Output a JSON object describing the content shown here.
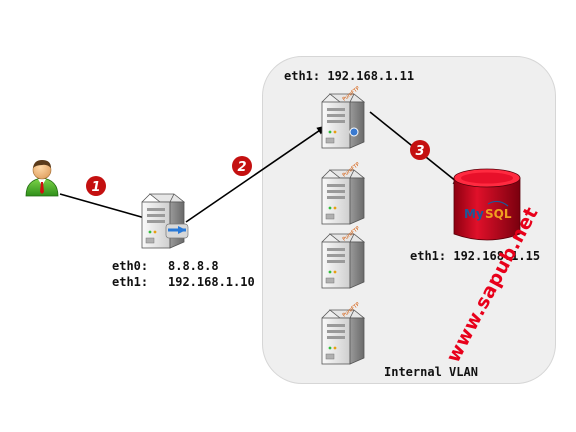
{
  "vlan": {
    "label": "Internal VLAN"
  },
  "gateway": {
    "eth0_label": "eth0:",
    "eth0_ip": "8.8.8.8",
    "eth1_label": "eth1:",
    "eth1_ip": "192.168.1.10"
  },
  "ftp_primary": {
    "label": "eth1: 192.168.1.11",
    "brand": "PureFTP"
  },
  "ftp_pool": [
    {
      "brand": "PureFTP"
    },
    {
      "brand": "PureFTP"
    },
    {
      "brand": "PureFTP"
    }
  ],
  "database": {
    "label": "eth1: 192.168.1.15",
    "brand": "MySQL"
  },
  "steps": [
    "1",
    "2",
    "3"
  ],
  "watermark": "www.sapub.net",
  "colors": {
    "step_badge": "#c41010",
    "db_red": "#c8001a",
    "vlan_bg": "#efefef",
    "watermark": "#e8001a"
  },
  "icons": {
    "user": "user-icon",
    "gateway": "gateway-server-icon",
    "ftp": "ftp-server-icon",
    "db": "mysql-database-icon"
  }
}
